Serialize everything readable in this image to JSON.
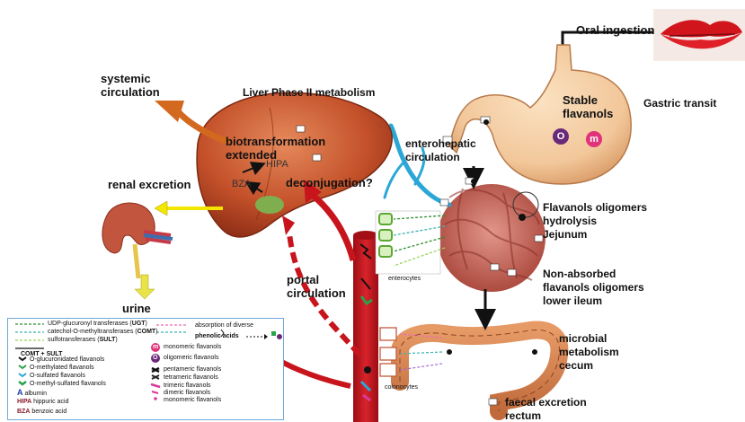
{
  "labels": {
    "oral_ingestion": "Oral ingestion",
    "systemic_circulation_l1": "systemic",
    "systemic_circulation_l2": "circulation",
    "liver_phase": "Liver Phase II metabolism",
    "gastric_transit": "Gastric transit",
    "stable_flavanols_l1": "Stable",
    "stable_flavanols_l2": "flavanols",
    "biotransformation_l1": "biotransformation",
    "biotransformation_l2": "extended",
    "hipa": "HIPA",
    "bza": "BZA",
    "deconjugation": "deconjugation?",
    "enterohepatic_l1": "enterohepatic",
    "enterohepatic_l2": "circulation",
    "renal_excretion": "renal excretion",
    "urine": "urine",
    "portal_l1": "portal",
    "portal_l2": "circulation",
    "enterocytes": "enterocytes",
    "colonocytes": "colonocytes",
    "oligomers_l1": "Flavanols oligomers",
    "oligomers_l2": "hydrolysis",
    "oligomers_l3": "Jejunum",
    "nonabsorbed_l1": "Non-absorbed",
    "nonabsorbed_l2": "flavanols oligomers",
    "nonabsorbed_l3": "lower ileum",
    "microbial_l1": "microbial",
    "microbial_l2": "metabolism",
    "microbial_l3": "cecum",
    "faecal_l1": "faecal excretion",
    "faecal_l2": "rectum"
  },
  "badges": {
    "m": "m",
    "o": "O"
  },
  "legend": {
    "row1_text": "UDP-glucuronyl transferases (",
    "row1_key": "UGT",
    "row1_end": ")",
    "row2_text": "catechol-O-methyltransferases (",
    "row2_key": "COMT",
    "row2_end": ")",
    "row3_text": "sulfotransferases (",
    "row3_key": "SULT",
    "row3_end": ")",
    "row4": "COMT + SULT",
    "row5": "O-glucuronidated flavanols",
    "row6": "O-methylated flavanols",
    "row7": "O-sulfated flavanols",
    "row8": "O-methyl-sulfated flavanols",
    "row9_sym": "A",
    "row9": "albumin",
    "row10_sym": "HIPA",
    "row10": "hippuric acid",
    "row11_sym": "BZA",
    "row11": "benzoic acid",
    "absorption_l1": "absorption of diverse",
    "absorption_l2": "phenolic acids",
    "m_sym": "m",
    "monomeric": "monomeric flavanols",
    "o_sym": "O",
    "oligomeric": "oligomeric flavanols",
    "pentameric": "pentameric flavanols",
    "tetrameric": "tetrameric flavanols",
    "trimeric": "trimeric flavanols",
    "dimeric": "dimeric flavanols",
    "monomeric2": "monomeric flavanols"
  },
  "colors": {
    "liver": "#c4512a",
    "stomach": "#f2c79a",
    "intestine": "#c55a50",
    "vessel": "#c8141c",
    "arrow_orange": "#d2691e",
    "arrow_red": "#c8141c",
    "legend_border": "#6fa8dc"
  }
}
